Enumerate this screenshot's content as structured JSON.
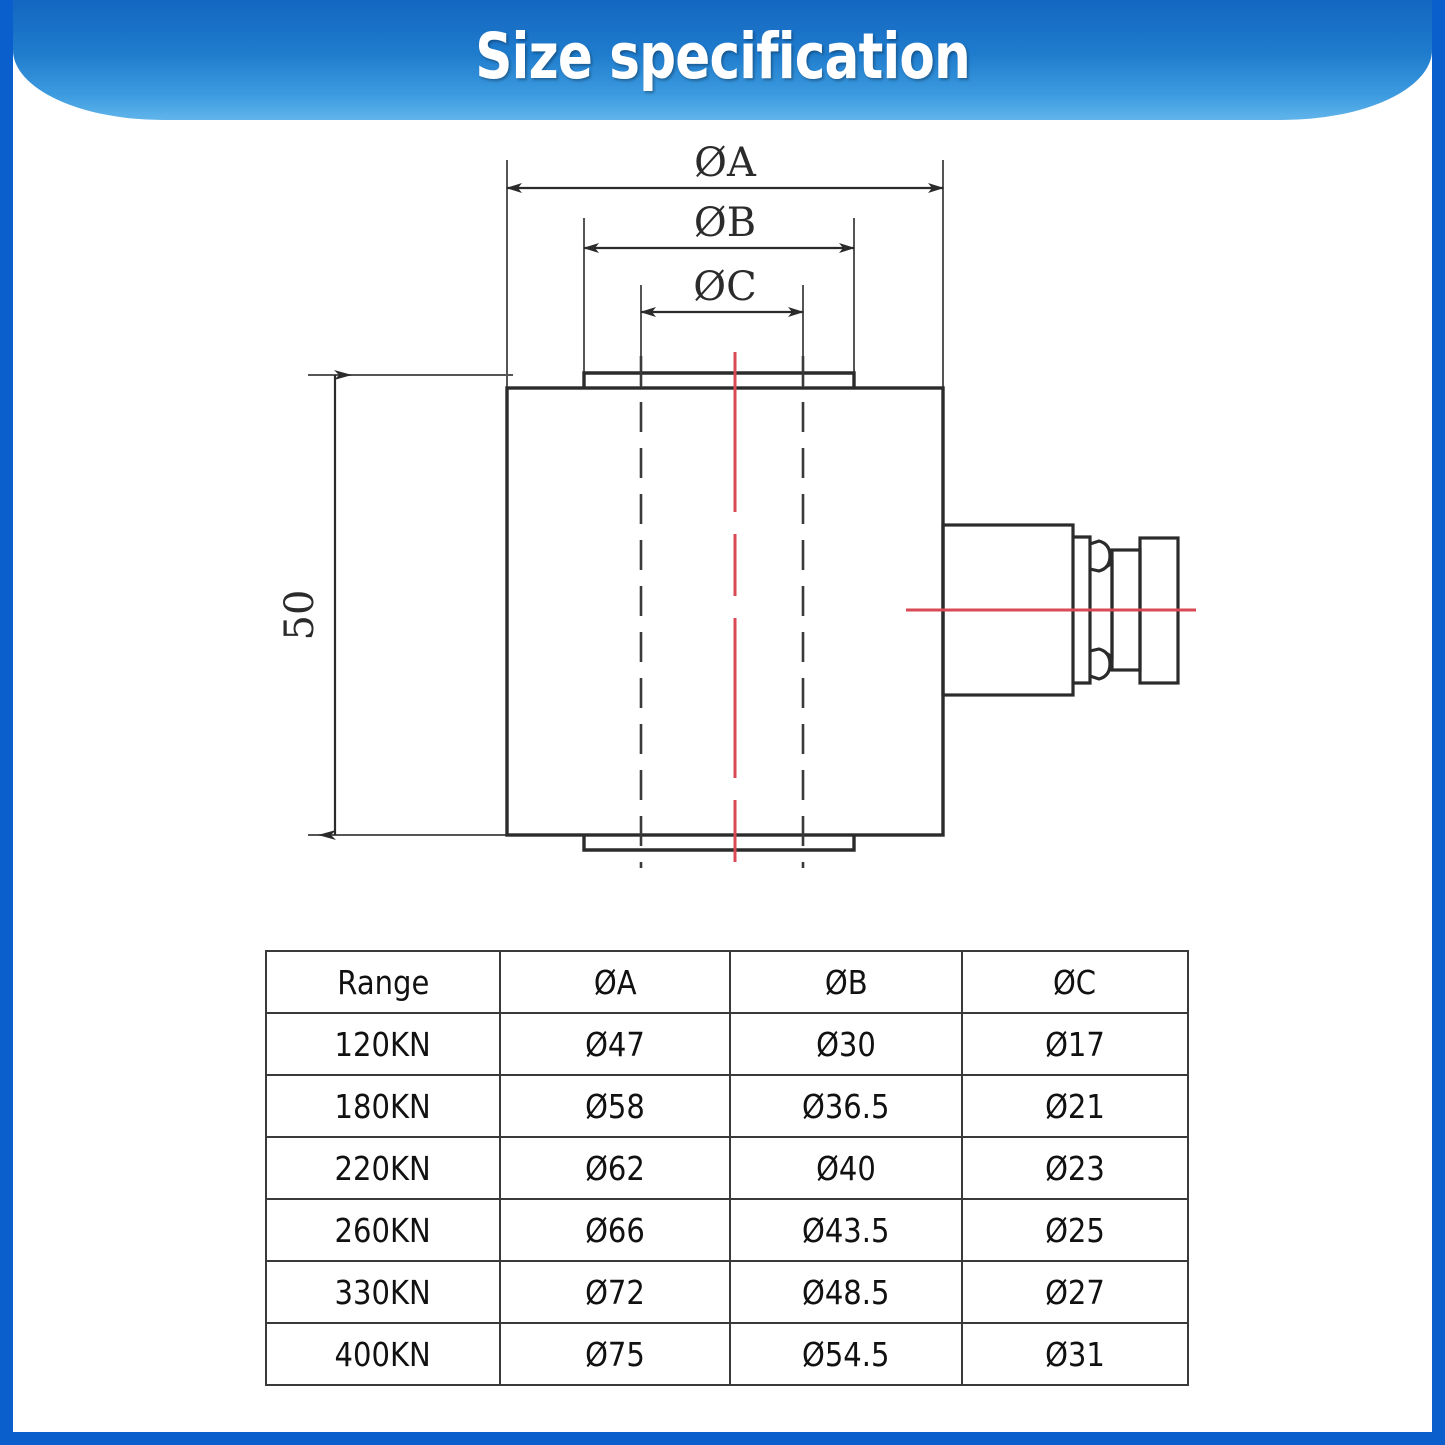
{
  "header": {
    "title": "Size specification",
    "accent_color": "#1f7ccd",
    "border_color": "#0a5fcc"
  },
  "drawing": {
    "title": "Load cell dimensional drawing",
    "dimension_labels": {
      "outer_diameter": "ØA",
      "middle_diameter": "ØB",
      "inner_diameter": "ØC",
      "height": "50"
    },
    "centerline_color": "#d94a54",
    "line_color": "#2b2b2b"
  },
  "table": {
    "headers": [
      "Range",
      "ØA",
      "ØB",
      "ØC"
    ],
    "rows": [
      [
        "120KN",
        "Ø47",
        "Ø30",
        "Ø17"
      ],
      [
        "180KN",
        "Ø58",
        "Ø36.5",
        "Ø21"
      ],
      [
        "220KN",
        "Ø62",
        "Ø40",
        "Ø23"
      ],
      [
        "260KN",
        "Ø66",
        "Ø43.5",
        "Ø25"
      ],
      [
        "330KN",
        "Ø72",
        "Ø48.5",
        "Ø27"
      ],
      [
        "400KN",
        "Ø75",
        "Ø54.5",
        "Ø31"
      ]
    ]
  }
}
